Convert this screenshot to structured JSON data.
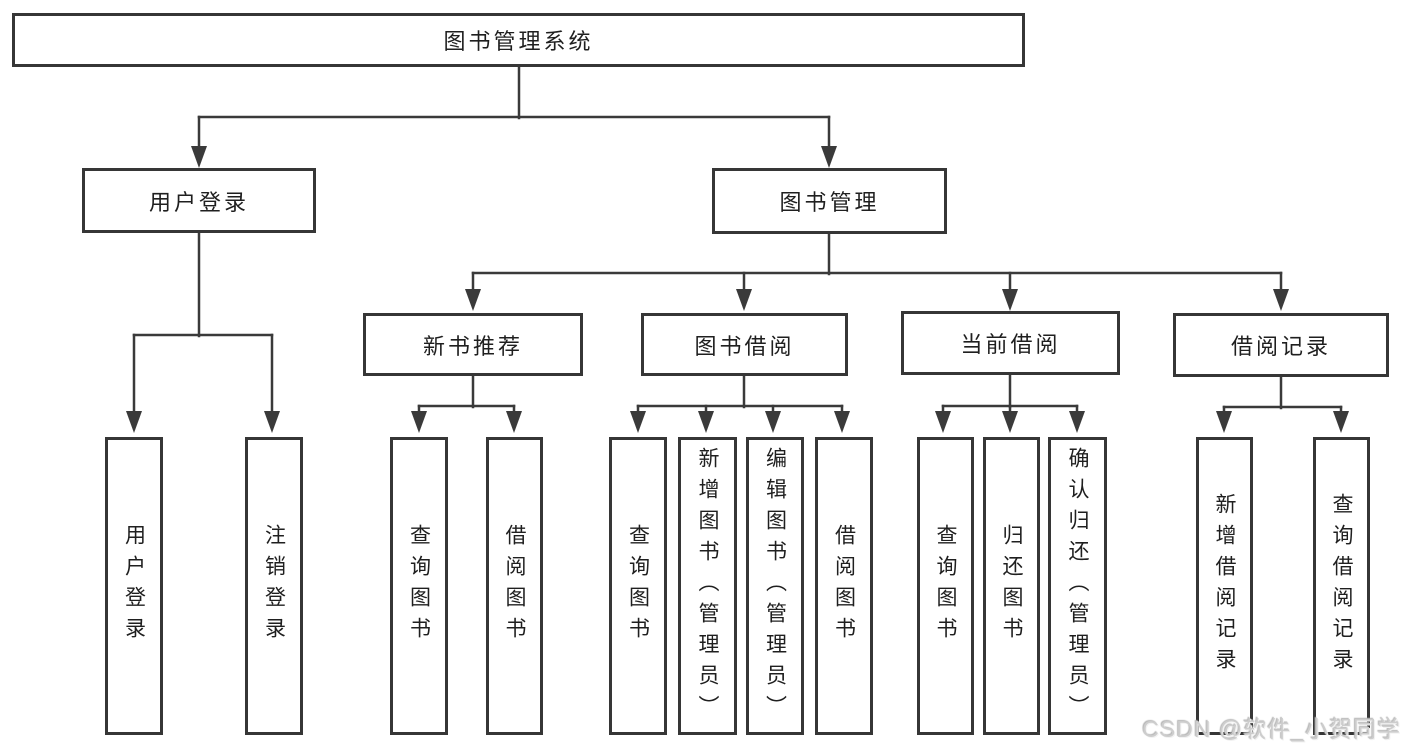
{
  "tree": {
    "root": {
      "label": "图书管理系统"
    },
    "children": [
      {
        "label": "用户登录",
        "children": [
          {
            "label": "用户登录"
          },
          {
            "label": "注销登录"
          }
        ]
      },
      {
        "label": "图书管理",
        "children": [
          {
            "label": "新书推荐",
            "children": [
              {
                "label": "查询图书"
              },
              {
                "label": "借阅图书"
              }
            ]
          },
          {
            "label": "图书借阅",
            "children": [
              {
                "label": "查询图书"
              },
              {
                "label": "新增图书（管理员）"
              },
              {
                "label": "编辑图书（管理员）"
              },
              {
                "label": "借阅图书"
              }
            ]
          },
          {
            "label": "当前借阅",
            "children": [
              {
                "label": "查询图书"
              },
              {
                "label": "归还图书"
              },
              {
                "label": "确认归还（管理员）"
              }
            ]
          },
          {
            "label": "借阅记录",
            "children": [
              {
                "label": "新增借阅记录"
              },
              {
                "label": "查询借阅记录"
              }
            ]
          }
        ]
      }
    ]
  },
  "watermark": {
    "text": "CSDN @软件_小贺同学"
  },
  "colors": {
    "line": "#3a3a3a",
    "box_border": "#363636",
    "box_fill": "#ffffff",
    "text": "#1f1f1f",
    "background": "#ffffff",
    "watermark": "#cdcdcd"
  }
}
